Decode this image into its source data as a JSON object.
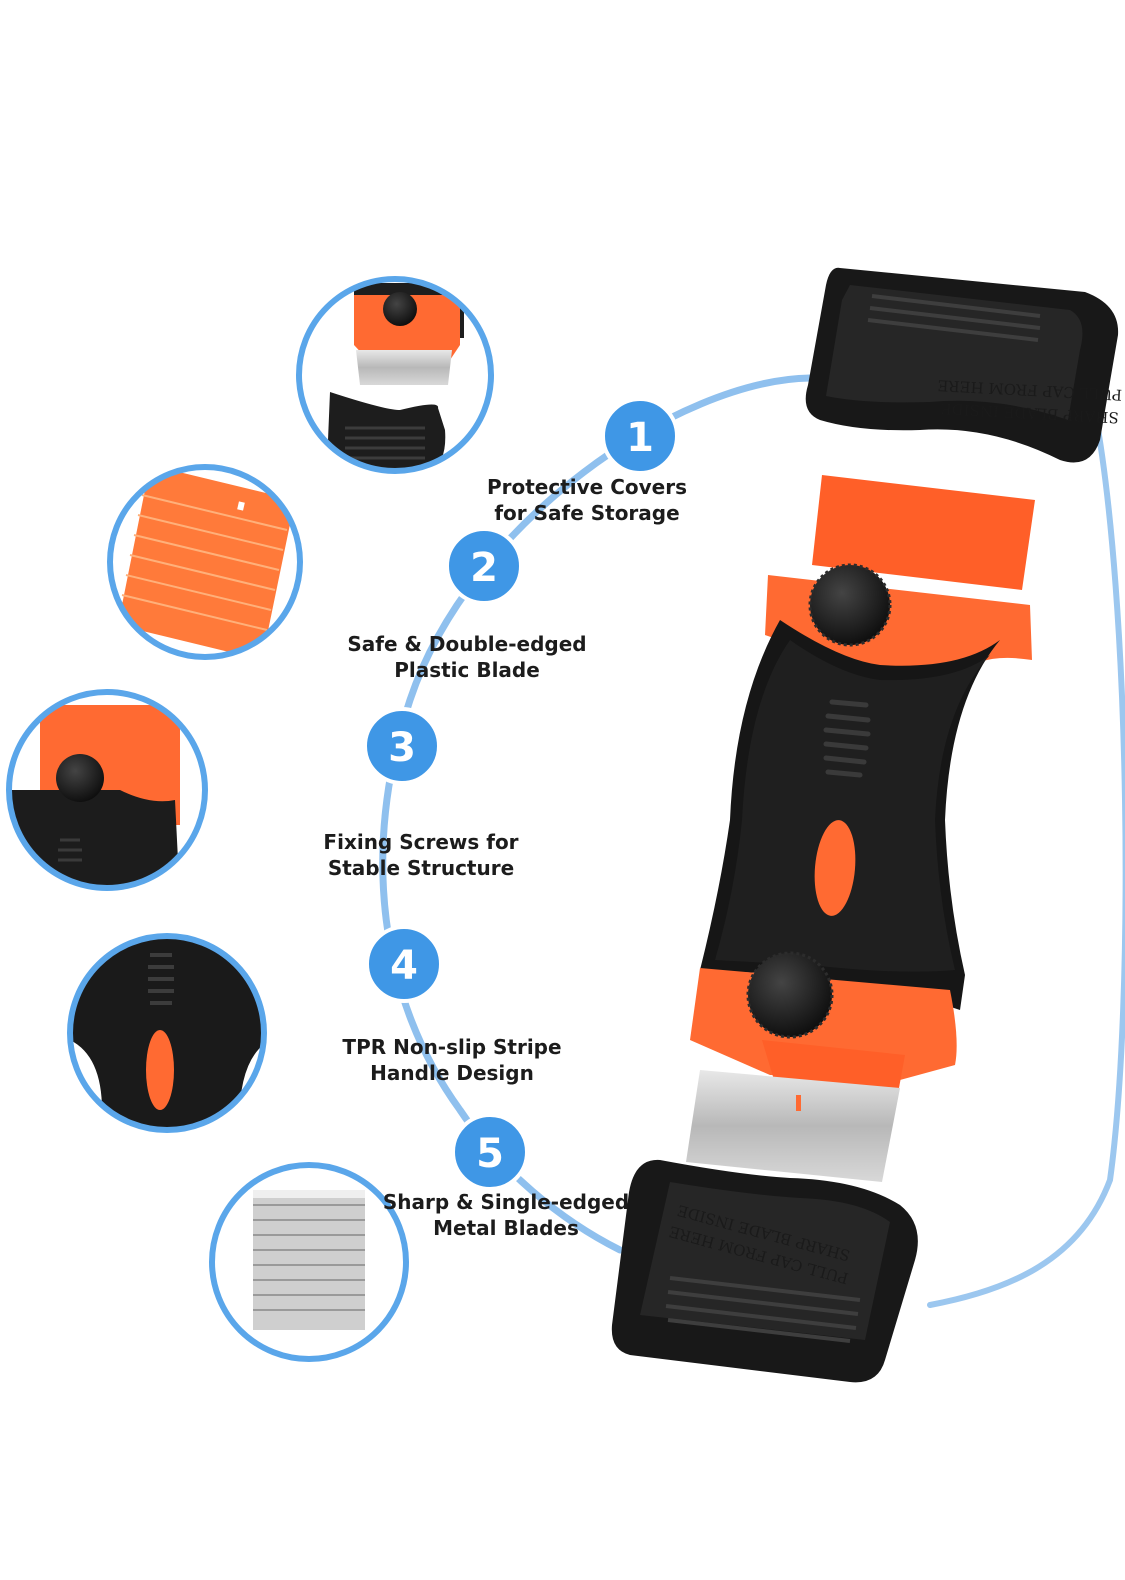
{
  "features": [
    {
      "number": "1",
      "line1": "Protective Covers",
      "line2": "for Safe Storage"
    },
    {
      "number": "2",
      "line1": "Safe & Double-edged",
      "line2": "Plastic Blade"
    },
    {
      "number": "3",
      "line1": "Fixing Screws for",
      "line2": "Stable Structure"
    },
    {
      "number": "4",
      "line1": "TPR Non-slip Stripe",
      "line2": "Handle Design"
    },
    {
      "number": "5",
      "line1": "Sharp & Single-edged",
      "line2": "Metal Blades"
    }
  ],
  "cover_top": {
    "line1": "PULL CAP FROM HERE",
    "line2": "SHARP BLADE INSIDE"
  },
  "cover_bottom": {
    "line1": "PULL CAP FROM HERE",
    "line2": "SHARP BLADE INSIDE"
  },
  "colors": {
    "accent_blue": "#3f97e6",
    "arc_blue": "#9cc7ef",
    "orange": "#ff6a32",
    "black": "#161616"
  }
}
